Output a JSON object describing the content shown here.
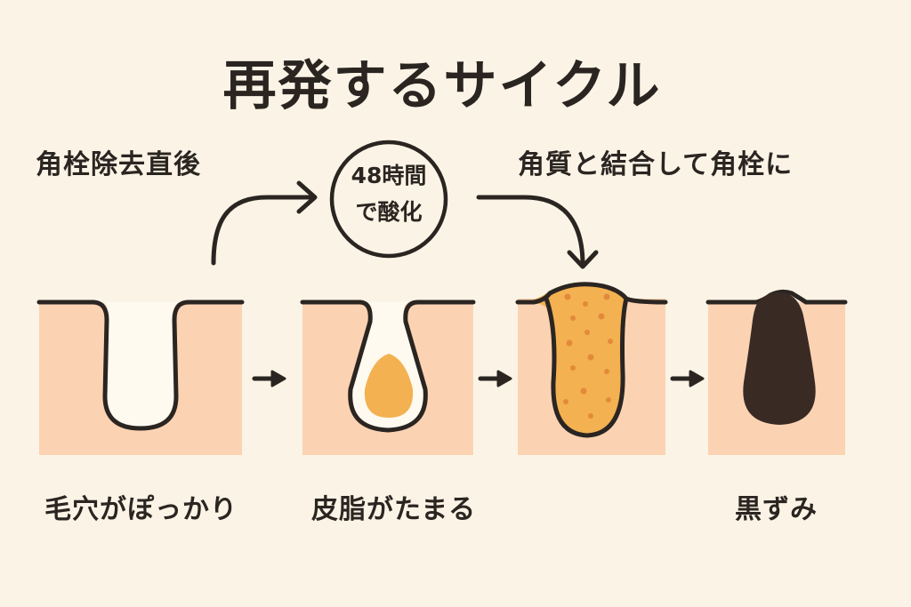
{
  "title": "再発するサイクル",
  "annotations": {
    "after_removal": "角栓除去直後",
    "oxidation_line1": "48時間",
    "oxidation_line2": "で酸化",
    "combine": "角質と結合して角栓に"
  },
  "stages": [
    {
      "label": "毛穴がぽっかり"
    },
    {
      "label": "皮脂がたまる"
    },
    {
      "label": ""
    },
    {
      "label": "黒ずみ"
    }
  ],
  "colors": {
    "background": "#fbf4e6",
    "skin": "#fbd3b3",
    "outline": "#2b2522",
    "sebum": "#f3b152",
    "sebum_dots": "#e28a3a",
    "blackhead": "#3a2a24",
    "pore_inside": "#fffaf0"
  }
}
